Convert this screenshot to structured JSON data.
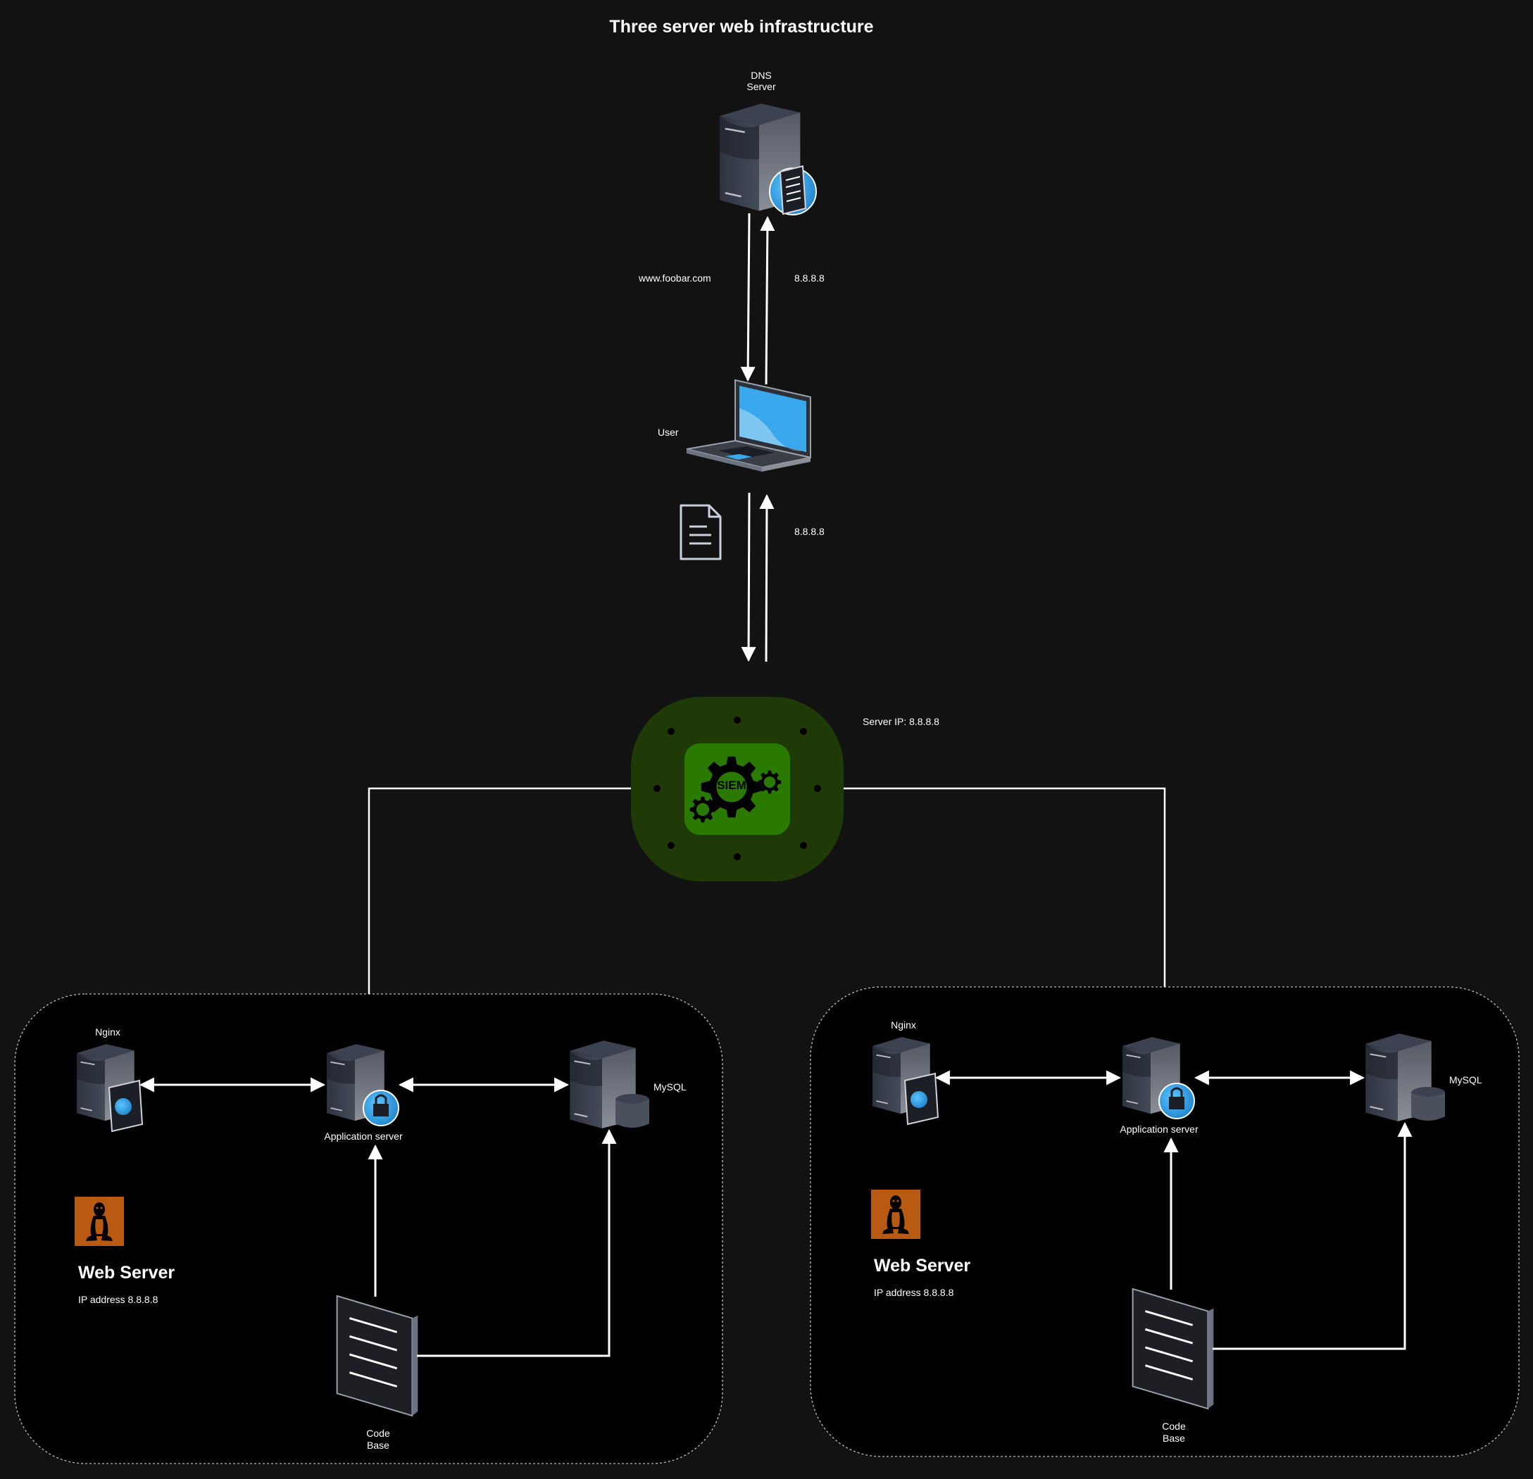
{
  "title": "Three server web infrastructure",
  "dns": {
    "label_line1": "DNS",
    "label_line2": "Server",
    "query_label": "www.foobar.com",
    "reply_label": "8.8.8.8"
  },
  "user": {
    "label": "User",
    "reply_label": "8.8.8.8"
  },
  "siem": {
    "icon_text": "SIEM",
    "server_ip_label": "Server IP: 8.8.8.8"
  },
  "clusters": [
    {
      "nginx_label": "Nginx",
      "app_label": "Application server",
      "mysql_label": "MySQL",
      "heading": "Web Server",
      "ip_label": "IP address 8.8.8.8",
      "codebase_line1": "Code",
      "codebase_line2": "Base"
    },
    {
      "nginx_label": "Nginx",
      "app_label": "Application server",
      "mysql_label": "MySQL",
      "heading": "Web Server",
      "ip_label": "IP address 8.8.8.8",
      "codebase_line1": "Code",
      "codebase_line2": "Base"
    }
  ],
  "colors": {
    "background": "#121212",
    "cluster_fill": "#000000",
    "siem_outer": "#1f3a06",
    "siem_inner": "#2a7a00",
    "linux_badge": "#b85a12",
    "screen_blue": "#3aa8ec"
  }
}
